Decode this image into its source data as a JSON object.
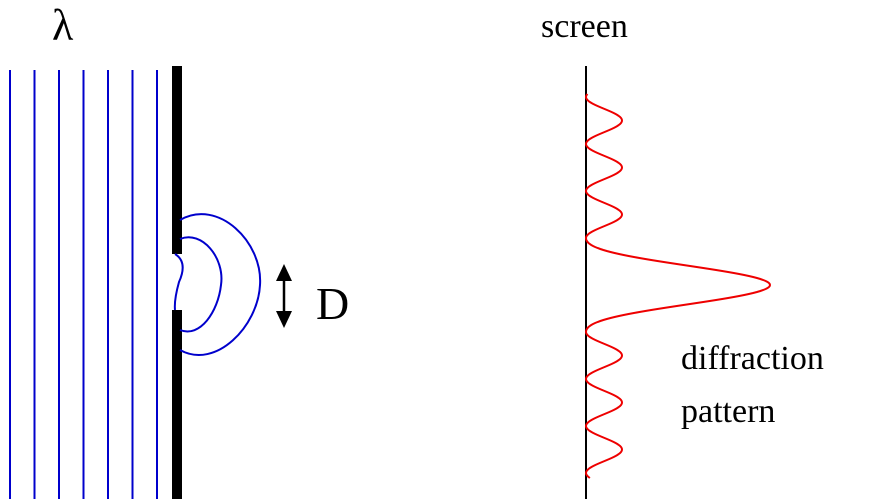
{
  "labels": {
    "wavelength_symbol": "λ",
    "screen": "screen",
    "slit_width": "D",
    "pattern_line1": "diffraction",
    "pattern_line2": "pattern"
  },
  "colors": {
    "wavefronts": "#0000cc",
    "intensity_curve": "#ee0000",
    "barrier": "#000000",
    "screen_line": "#000000",
    "text": "#000000"
  },
  "incident_wavefront_count": 7
}
